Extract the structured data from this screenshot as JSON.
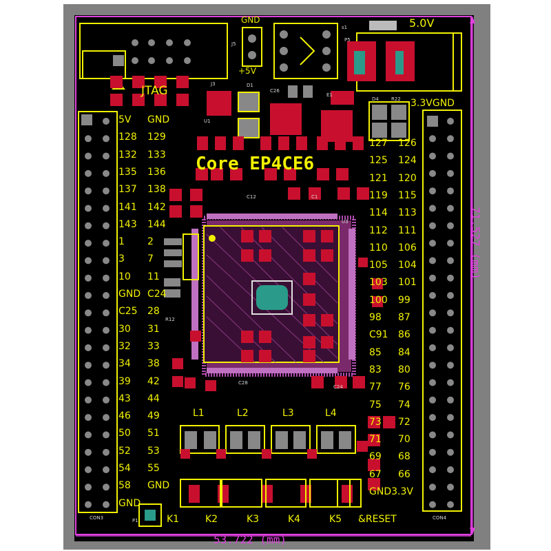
{
  "board": {
    "title": "Core EP4CE6",
    "jtag_label": "JTAG",
    "power_5v_label": "5.0V",
    "plus5v_label": "+5V",
    "gnd_top_label": "GND",
    "v33gnd_label": "3.3VGND",
    "width_dim": "53.722 (mm)",
    "height_dim": "71.527 (mm)"
  },
  "refdes": {
    "J5": "J5",
    "J3": "J3",
    "D1": "D1",
    "C26": "C26",
    "E1": "E1",
    "s1": "s1",
    "P5": "P5",
    "D4": "D4",
    "R22": "R22",
    "U1": "U1",
    "U3": "U3",
    "C12": "C12",
    "C1": "C1",
    "C28": "C28",
    "C24": "C24",
    "CON3": "CON3",
    "CON4": "CON4",
    "P1": "P1",
    "R12": "R12"
  },
  "left_header": {
    "rows": [
      [
        "5V",
        "GND"
      ],
      [
        "128",
        "129"
      ],
      [
        "132",
        "133"
      ],
      [
        "135",
        "136"
      ],
      [
        "137",
        "138"
      ],
      [
        "141",
        "142"
      ],
      [
        "143",
        "144"
      ],
      [
        "1",
        "2"
      ],
      [
        "3",
        "7"
      ],
      [
        "10",
        "11"
      ],
      [
        "GND",
        "C24"
      ],
      [
        "C25",
        "28"
      ],
      [
        "30",
        "31"
      ],
      [
        "32",
        "33"
      ],
      [
        "34",
        "38"
      ],
      [
        "39",
        "42"
      ],
      [
        "43",
        "44"
      ],
      [
        "46",
        "49"
      ],
      [
        "50",
        "51"
      ],
      [
        "52",
        "53"
      ],
      [
        "54",
        "55"
      ],
      [
        "58",
        "GND"
      ],
      [
        "GND",
        ""
      ]
    ]
  },
  "right_header": {
    "rows": [
      [
        "127",
        "126"
      ],
      [
        "125",
        "124"
      ],
      [
        "121",
        "120"
      ],
      [
        "119",
        "115"
      ],
      [
        "114",
        "113"
      ],
      [
        "112",
        "111"
      ],
      [
        "110",
        "106"
      ],
      [
        "105",
        "104"
      ],
      [
        "103",
        "101"
      ],
      [
        "100",
        "99"
      ],
      [
        "98",
        "87"
      ],
      [
        "C91",
        "86"
      ],
      [
        "85",
        "84"
      ],
      [
        "83",
        "80"
      ],
      [
        "77",
        "76"
      ],
      [
        "75",
        "74"
      ],
      [
        "73",
        "72"
      ],
      [
        "71",
        "70"
      ],
      [
        "69",
        "68"
      ],
      [
        "67",
        "66"
      ],
      [
        "GND3.3V",
        ""
      ]
    ]
  },
  "inductors": [
    "L1",
    "L2",
    "L3",
    "L4"
  ],
  "keys": [
    "K1",
    "K2",
    "K3",
    "K4",
    "K5",
    "&RESET"
  ],
  "colors": {
    "background": "#000000",
    "silkscreen": "#f2f200",
    "pad": "#c8102e",
    "board_outline": "#e040e0",
    "copper_pad": "#8a8a8a",
    "teal_pad": "#2a9a8a"
  }
}
